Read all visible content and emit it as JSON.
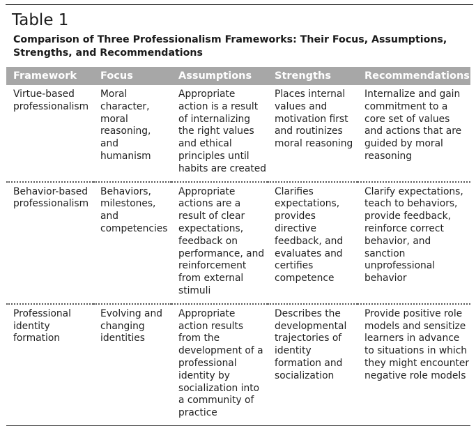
{
  "table_label": "Table 1",
  "caption": "Comparison of Three Professionalism Frameworks: Their Focus, Assumptions, Strengths, and Recommendations",
  "columns": [
    "Framework",
    "Focus",
    "Assumptions",
    "Strengths",
    "Recommendations"
  ],
  "rows": [
    {
      "framework": "Virtue-based professionalism",
      "focus": "Moral character, moral reasoning, and humanism",
      "assumptions": "Appropriate action is a result of internalizing the right values and ethical principles until habits are created",
      "strengths": "Places internal values and motivation first and routinizes moral reasoning",
      "recommendations": "Internalize and gain commitment to a core set of values and actions that are guided by moral reasoning"
    },
    {
      "framework": "Behavior-based professionalism",
      "focus": "Behaviors, milestones, and competencies",
      "assumptions": "Appropriate actions are a result of clear expectations, feedback on performance, and reinforcement from external stimuli",
      "strengths": "Clarifies expectations, provides directive feedback, and evaluates and certifies competence",
      "recommendations": "Clarify expectations, teach to behaviors, provide feedback, reinforce correct behavior, and sanction unprofessional behavior"
    },
    {
      "framework": "Professional identity formation",
      "focus": "Evolving and changing identities",
      "assumptions": "Appropriate action results from the development of a professional identity by socialization into a community of practice",
      "strengths": "Describes the developmental trajectories of identity formation and socialization",
      "recommendations": "Provide positive role models and sensitize learners in advance to situations in which they might encounter negative role models"
    }
  ],
  "colors": {
    "header_bg": "#a7a7a7",
    "header_text": "#ffffff",
    "body_text": "#222222",
    "rule": "#444444"
  }
}
